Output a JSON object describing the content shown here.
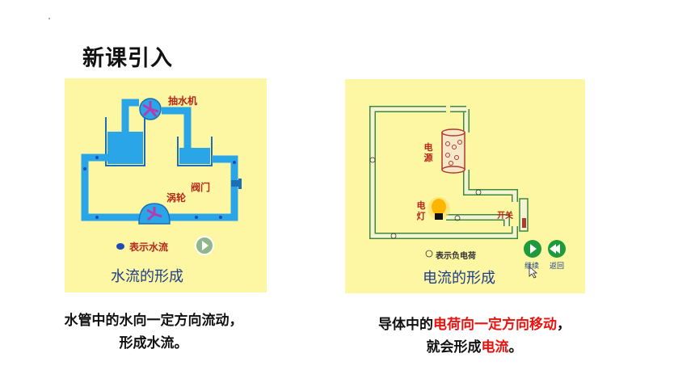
{
  "slide": {
    "title": "新课引入"
  },
  "water_panel": {
    "pump_label": "抽水机",
    "valve_label": "阀门",
    "turbine_label": "涡轮",
    "legend_label": "表示水流",
    "caption": "水流的形成",
    "colors": {
      "water": "#2aa6e8",
      "pipe_edge": "#1c6fb5",
      "label": "#b5271b",
      "background": "#fdf6a3"
    }
  },
  "current_panel": {
    "source_label": "电源",
    "lamp_label": "电灯",
    "switch_label": "开关",
    "legend_label": "表示负电荷",
    "caption": "电流的形成",
    "continue_label": "继续",
    "back_label": "返回",
    "colors": {
      "wire": "#3d8a3d",
      "wire_fill": "#f6f4d4",
      "source": "#b03a2e",
      "bulb": "#ffb400",
      "nav_button": "#1f9a3a"
    }
  },
  "descriptions": {
    "water_line1": "水管中的水向一定方向流动，",
    "water_line2": "形成水流。",
    "current_line1_prefix": "导体中的",
    "current_line1_highlight": "电荷向一定方向移动",
    "current_line1_suffix": "，",
    "current_line2_prefix": "就会形成",
    "current_line2_highlight": "电流",
    "current_line2_suffix": "。",
    "highlight_color": "#e8130f"
  }
}
